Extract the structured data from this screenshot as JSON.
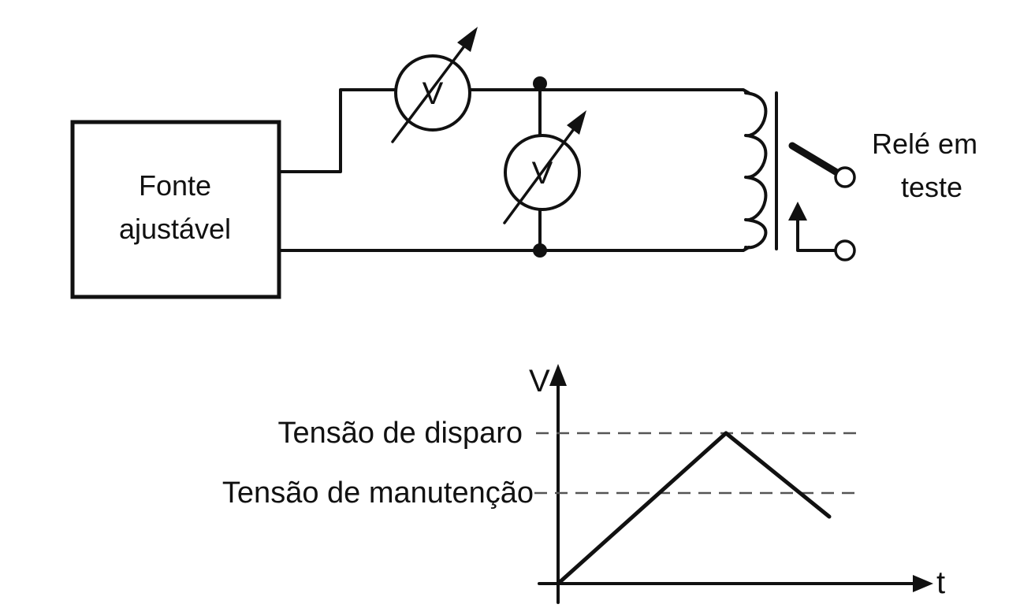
{
  "circuit": {
    "source_line1": "Fonte",
    "source_line2": "ajustável",
    "meter_series_symbol": "V",
    "meter_parallel_symbol": "V",
    "relay_line1": "Relé em",
    "relay_line2": "teste"
  },
  "graph": {
    "y_axis_label": "V",
    "x_axis_label": "t",
    "trip_label": "Tensão de disparo",
    "hold_label": "Tensão de manutenção"
  }
}
